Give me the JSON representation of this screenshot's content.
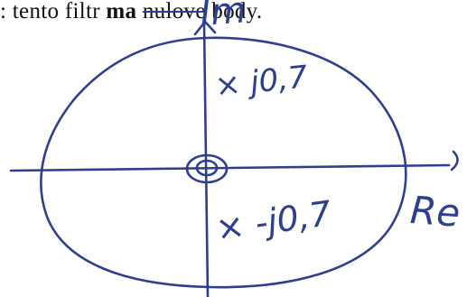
{
  "printed_text": {
    "prefix": ": tento filtr ",
    "bold_word": "ma",
    "struck_word": "nulove",
    "suffix": " body."
  },
  "handwriting": {
    "imag_axis": "Im",
    "real_axis": "Re",
    "pole_upper": "× j0,7",
    "pole_lower": "× -j0,7"
  },
  "colors": {
    "ink": "#2f3f8f",
    "print": "#111111",
    "background": "#ffffff"
  }
}
